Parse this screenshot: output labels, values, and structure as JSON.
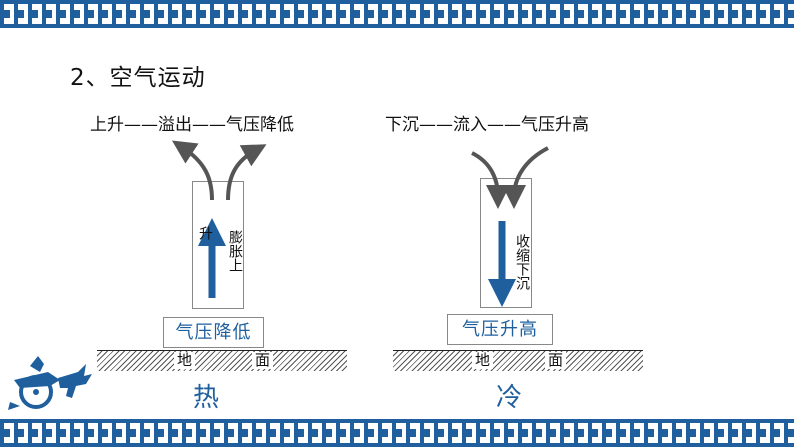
{
  "title": "2、空气运动",
  "left_panel": {
    "caption": "上升——溢出——气压降低",
    "vertical_text_a": "升",
    "vertical_text_b": "膨胀上",
    "pressure_label": "气压降低",
    "ground_labels": [
      "地",
      "面"
    ],
    "temperature": "热"
  },
  "right_panel": {
    "caption": "下沉——流入——气压升高",
    "vertical_text": "收缩下沉",
    "pressure_label": "气压升高",
    "ground_labels": [
      "地",
      "面"
    ],
    "temperature": "冷"
  },
  "colors": {
    "accent_blue": "#1f5f9e",
    "arrow_gray": "#555555"
  },
  "icons": [
    "chariot-logo-icon"
  ]
}
